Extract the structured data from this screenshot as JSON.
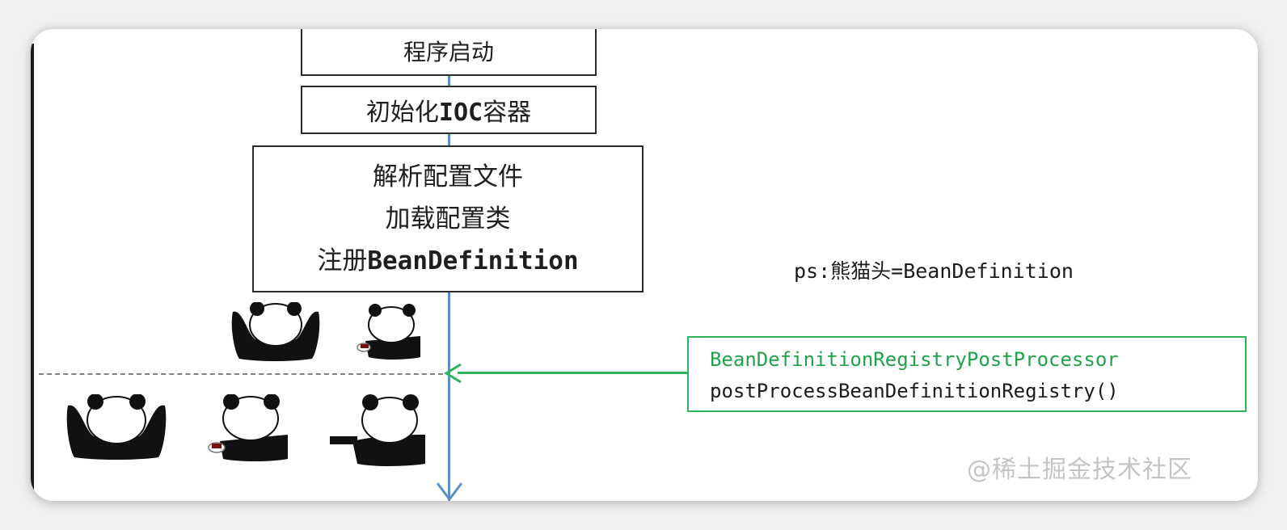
{
  "flow": {
    "step_start": "程序启动",
    "step_init": {
      "prefix": "初始化",
      "code": "IOC",
      "suffix": "容器"
    },
    "step_parse": {
      "line1": "解析配置文件",
      "line2": "加载配置类",
      "line3_prefix": "注册",
      "line3_code": "BeanDefinition"
    }
  },
  "note": "ps:熊猫头=BeanDefinition",
  "processor": {
    "class_name": "BeanDefinitionRegistryPostProcessor",
    "method_name": "postProcessBeanDefinitionRegistry()"
  },
  "watermark": "@稀土掘金技术社区",
  "colors": {
    "timeline": "#5d8fc6",
    "accent_green": "#2fb35a"
  },
  "icons": [
    "panda-meme-icon"
  ]
}
